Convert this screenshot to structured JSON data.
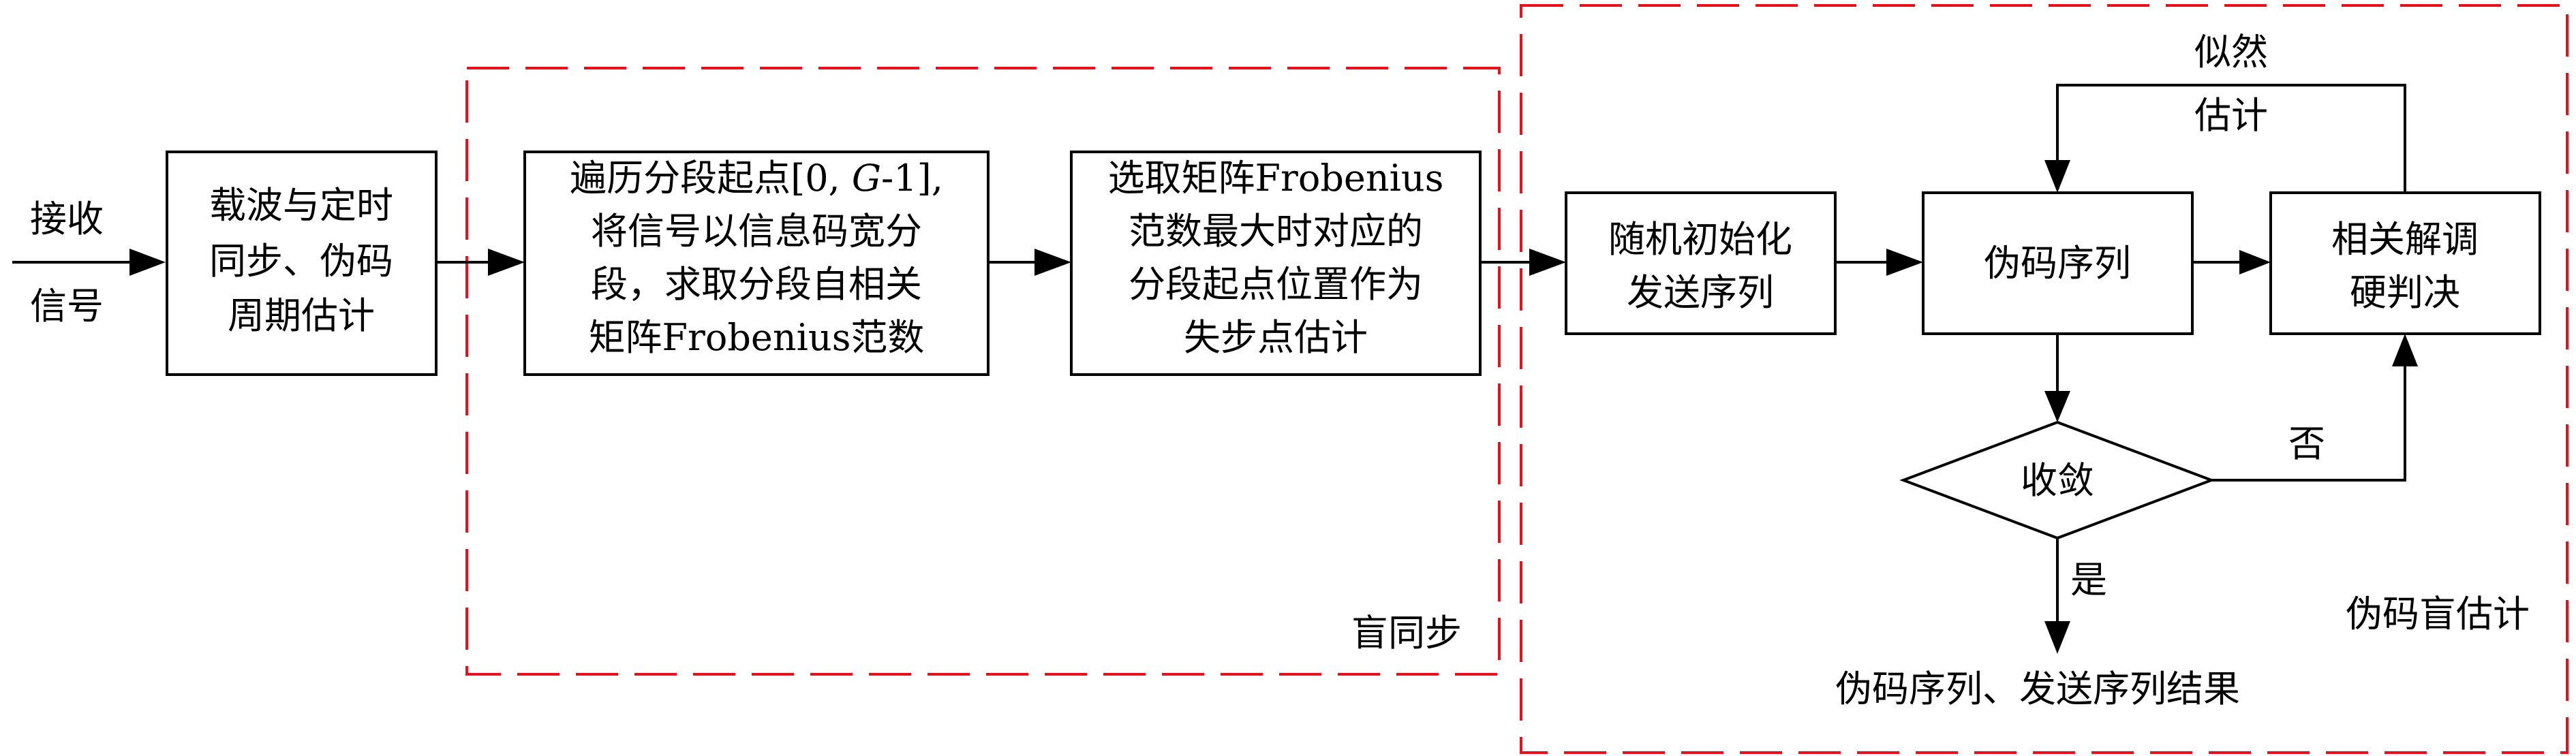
{
  "input_label": [
    "接收",
    "信号"
  ],
  "boxes": {
    "carrier_sync": [
      "载波与定时",
      "同步、伪码",
      "周期估计"
    ],
    "traverse": {
      "line1": "遍历分段起点[0, ",
      "line1_var": "G",
      "line1_end": "-1],",
      "lines": [
        "将信号以信息码宽分",
        "段，求取分段自相关",
        "矩阵Frobenius范数"
      ]
    },
    "select_max": [
      "选取矩阵Frobenius",
      "范数最大时对应的",
      "分段起点位置作为",
      "失步点估计"
    ],
    "random_init": [
      "随机初始化",
      "发送序列"
    ],
    "pn_sequence": [
      "伪码序列"
    ],
    "corr_demod": [
      "相关解调",
      "硬判决"
    ],
    "converge": [
      "收敛"
    ]
  },
  "labels": {
    "likelihood_estimation": [
      "似然",
      "估计"
    ],
    "no": "否",
    "yes": "是",
    "result": "伪码序列、发送序列结果"
  },
  "regions": {
    "blind_sync": "盲同步",
    "pn_blind_estimation": "伪码盲估计"
  },
  "colors": {
    "region_border": "#e8111b",
    "line": "#000000"
  }
}
